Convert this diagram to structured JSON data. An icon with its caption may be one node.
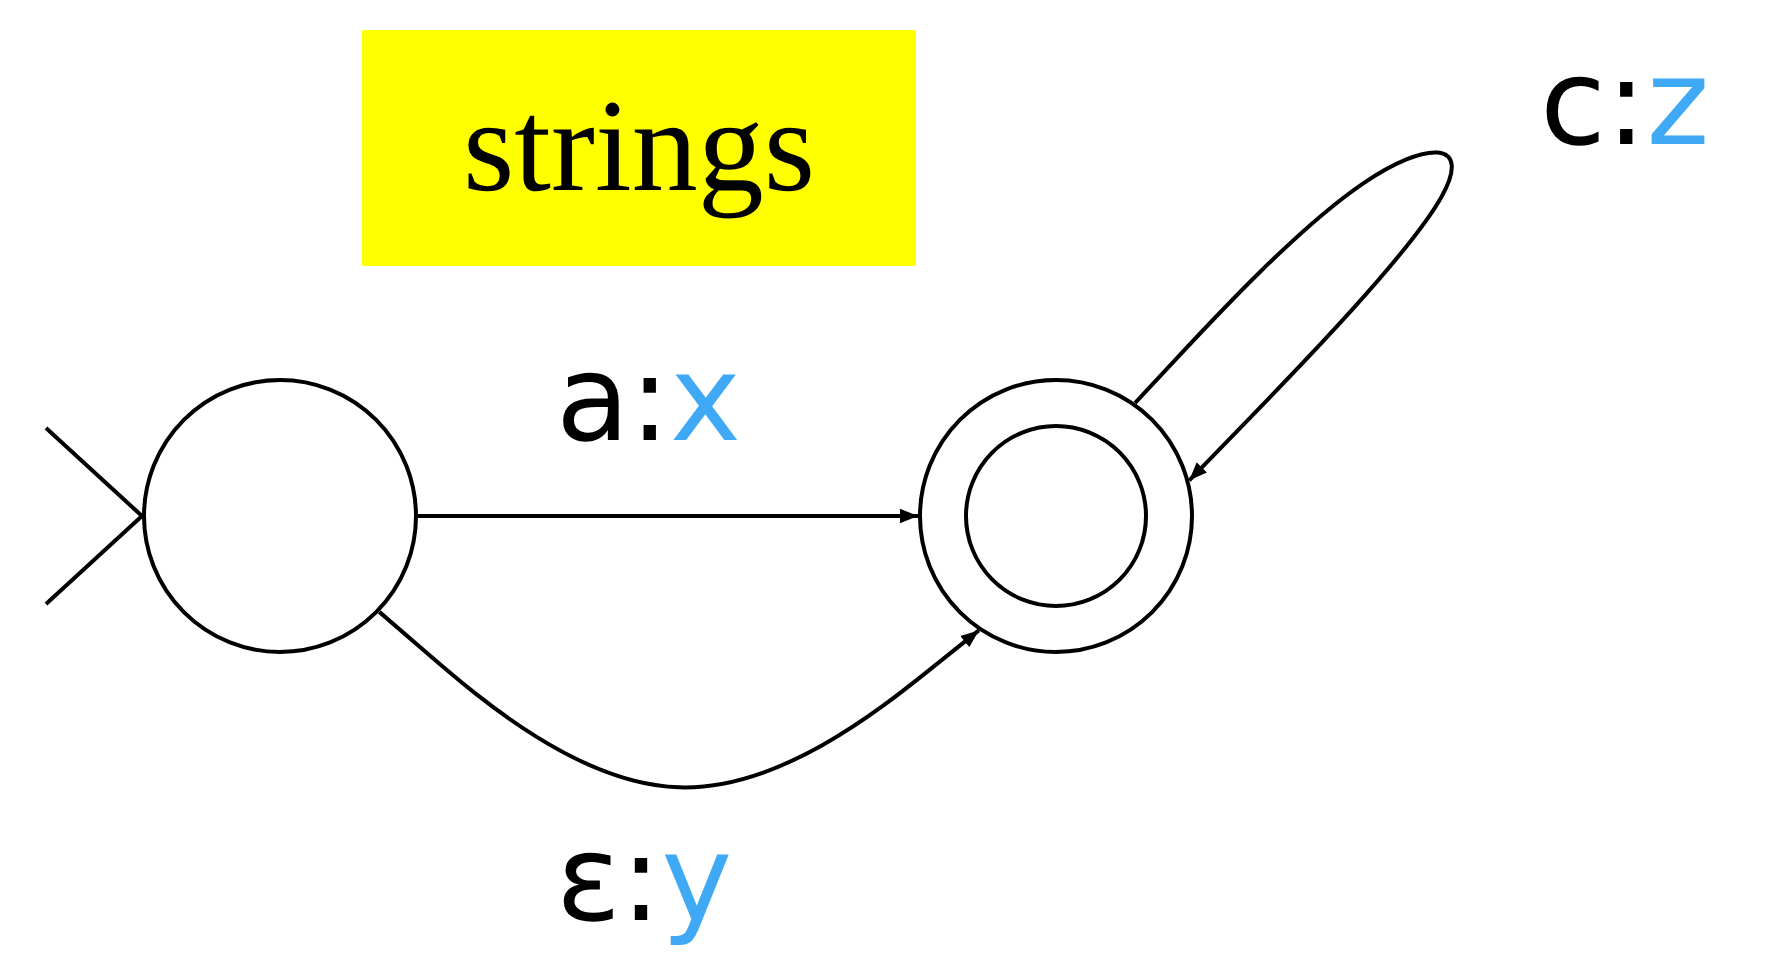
{
  "diagram": {
    "nodes": [
      {
        "text": [
          "strings"
        ]
      },
      {
        "text": [],
        "shape": "circle"
      },
      {
        "text": [],
        "shape": "doublecircle"
      }
    ],
    "edges": [
      {
        "from": null,
        "to": 1,
        "arrow": "to"
      },
      {
        "from": 1,
        "to": 2,
        "arrow": "to",
        "label": "a:x"
      },
      {
        "from": 1,
        "to": 2,
        "arrow": "to",
        "label": "ε:y"
      },
      {
        "from": 2,
        "to": 2,
        "arrow": "to",
        "label": "c:z"
      }
    ]
  }
}
